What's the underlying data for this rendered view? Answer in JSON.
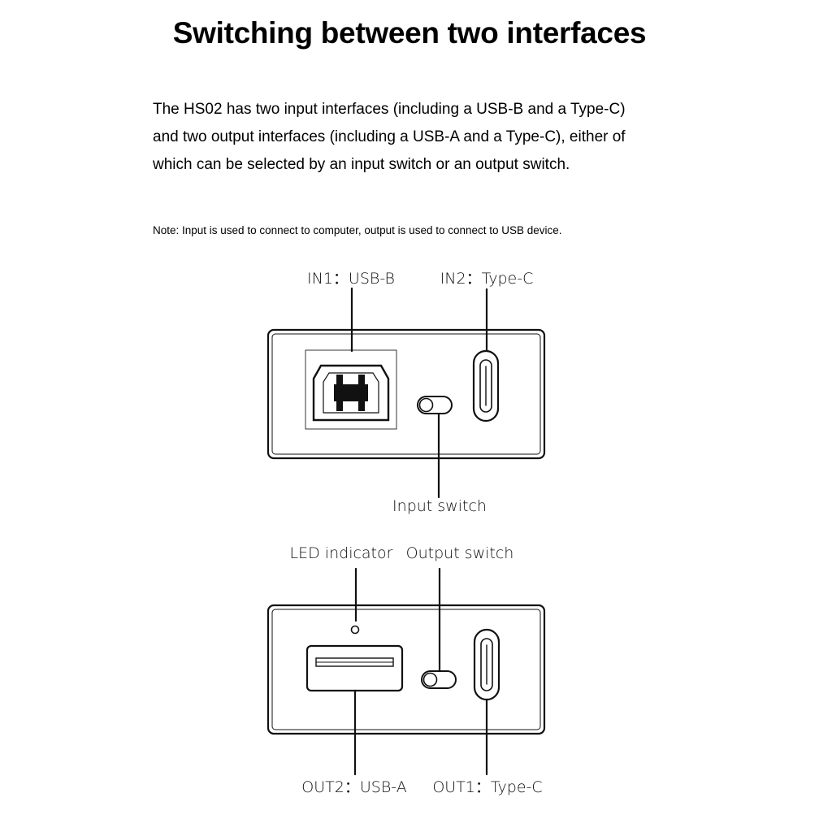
{
  "title": "Switching between two interfaces",
  "description_lines": [
    "The HS02 has two input interfaces (including a USB-B and a Type-C)",
    "and two output interfaces (including a USB-A and a Type-C), either of",
    "which can be selected by an input switch or an output switch."
  ],
  "note": "Note: Input is used to connect to computer, output is used to connect to USB device.",
  "input_panel": {
    "in1_label": "IN1：USB-B",
    "in2_label": "IN2：Type-C",
    "switch_label": "Input switch"
  },
  "output_panel": {
    "led_label": "LED indicator",
    "switch_label": "Output switch",
    "out2_label": "OUT2：USB-A",
    "out1_label": "OUT1：Type-C"
  }
}
